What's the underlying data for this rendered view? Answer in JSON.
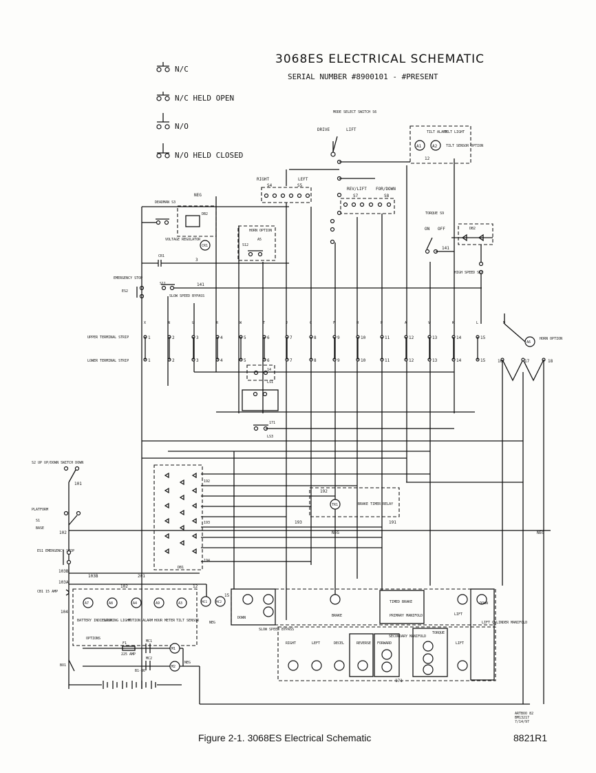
{
  "title": "3068ES ELECTRICAL SCHEMATIC",
  "serial": "SERIAL NUMBER #8900101 - #PRESENT",
  "legend": {
    "nc": "N/C",
    "nc_held_open": "N/C HELD OPEN",
    "no": "N/O",
    "no_held_closed": "N/O HELD CLOSED"
  },
  "caption": "Figure 2-1.  3068ES Electrical Schematic",
  "code": "8821R1",
  "art": {
    "line1": "ARTBOO 82",
    "line2": "BM13217",
    "line3": "7/14/97"
  },
  "strips": {
    "upper": "UPPER TERMINAL STRIP",
    "lower": "LOWER TERMINAL STRIP"
  },
  "terminals": [
    "1",
    "2",
    "3",
    "4",
    "5",
    "6",
    "7",
    "8",
    "9",
    "10",
    "11",
    "12",
    "13",
    "14",
    "15"
  ],
  "wire_letters": [
    "X",
    "N",
    "U",
    "R",
    "W",
    "T",
    "J",
    "C",
    "F",
    "H",
    "P",
    "A",
    "V",
    "K",
    "L",
    "M"
  ],
  "extra_terminals": [
    "16",
    "17",
    "18"
  ],
  "labels": {
    "mode_select": "MODE SELECT SWITCH S6",
    "drive": "DRIVE",
    "lift": "LIFT",
    "tilt_alarm": "TILT ALARM",
    "tilt_light": "TILT LIGHT",
    "tilt_sensor_option": "TILT SENSOR OPTION",
    "right": "RIGHT",
    "left": "LEFT",
    "s4": "S4",
    "s5": "S5",
    "rev_lift": "REV/LIFT",
    "for_down": "FOR/DOWN",
    "s7": "S7",
    "s8": "S8",
    "deadman": "DEADMAN S3",
    "neg": "NEG",
    "db2": "DB2",
    "voltage_regulator": "VOLTAGE REGULATOR",
    "cr1": "CR1",
    "horn_option": "HORN OPTION",
    "a5": "A5",
    "s12": "S12",
    "torque": "TORQUE S9",
    "on": "ON",
    "off": "OFF",
    "emergency_stop": "EMERGENCY STOP",
    "es2": "ES2",
    "s11": "S11",
    "slow_speed_bypass": "SLOW SPEED BYPASS",
    "high_speed": "HIGH SPEED S10",
    "horn_option2": "HORN OPTION",
    "a6": "A6",
    "ls1": "LS1",
    "ls3": "LS3",
    "w141": "141",
    "w171": "171",
    "w14": "14",
    "up_down_switch": "S2  UP UP/DOWN SWITCH DOWN",
    "platform": "PLATFORM",
    "s1": "S1",
    "base": "BASE",
    "es1": "ES1 EMERGENCY STOP",
    "cb1": "CB1 15 AMP",
    "brake_timer_relay": "BRAKE TIMER RELAY",
    "db1": "DB1",
    "battery_indicator": "BATTERY INDICATOR",
    "flashing_light": "FLASHING LIGHT",
    "motion_alarm": "MOTION ALARM",
    "hour_meter": "HOUR METER",
    "tilt_sensor": "TILT SENSOR",
    "options": "OPTIONS",
    "f1": "F1",
    "amp225": "225 AMP",
    "mc1": "MC1",
    "mc2": "MC2",
    "m1": "M1",
    "m2": "M2",
    "b1b6": "B1-B6",
    "bo1": "BO1",
    "down": "DOWN",
    "slow_speed_bypass2": "SLOW SPEED BYPASS",
    "brake": "BRAKE",
    "timed_brake": "TIMED BRAKE",
    "primary_manifold": "PRIMARY MANIFOLD",
    "lift2": "LIFT",
    "down2": "DOWN",
    "lift_cylinder_manifold": "LIFT CYLINDER MANIFOLD",
    "right2": "RIGHT",
    "left2": "LEFT",
    "decel": "DECEL",
    "reverse": "REVERSE",
    "forward": "FORWARD",
    "secondary_manifold": "SECONDARY MANIFOLD",
    "torque2": "TORQUE",
    "lift3": "LIFT"
  }
}
